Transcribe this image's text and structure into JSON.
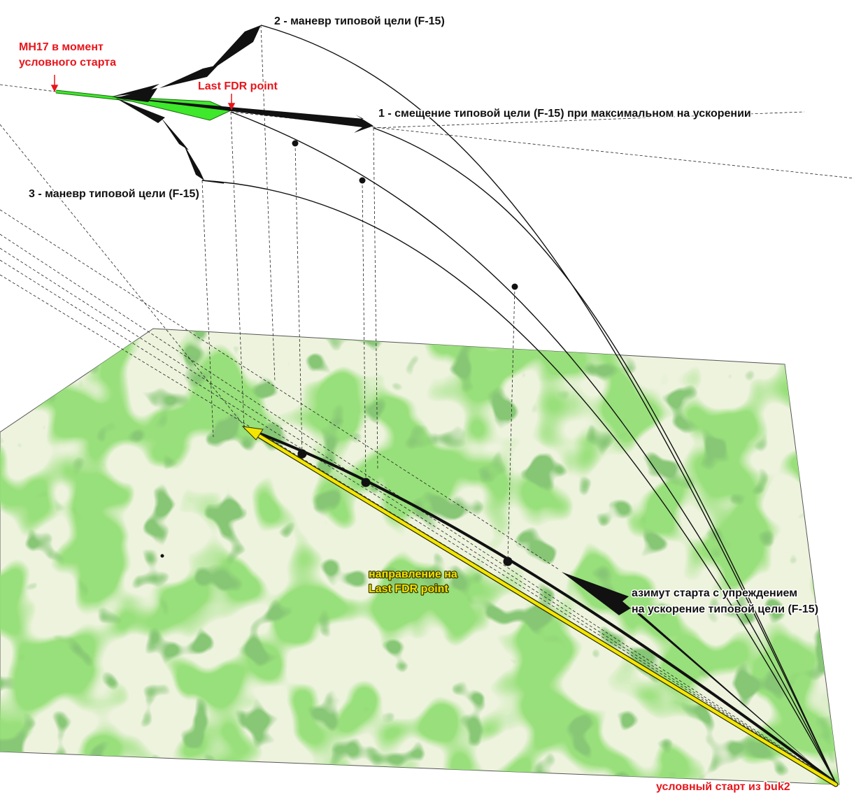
{
  "labels": {
    "mh17_start_line1": "МН17 в момент",
    "mh17_start_line2": "условного старта",
    "last_fdr": "Last FDR point",
    "maneuver2": "2 - маневр типовой цели (F-15)",
    "offset1": "1 - смещение типовой цели (F-15)  при максимальном на ускорении",
    "maneuver3": "3 - маневр типовой цели (F-15)",
    "direction_line1": "направление на",
    "direction_line2": "Last FDR point",
    "azimuth_line1": "азимут старта с упреждением",
    "azimuth_line2": "на ускорение типовой цели (F-15)",
    "launch": "условный старт из buk2"
  },
  "colors": {
    "accent_red": "#e8151b",
    "green_track": "#3ee82a",
    "yellow_direction": "#f4e600",
    "terrain_light": "#eef3de",
    "terrain_green": "#7fcf3c",
    "terrain_dark": "#3f9a2a",
    "trajectory": "#111111"
  }
}
